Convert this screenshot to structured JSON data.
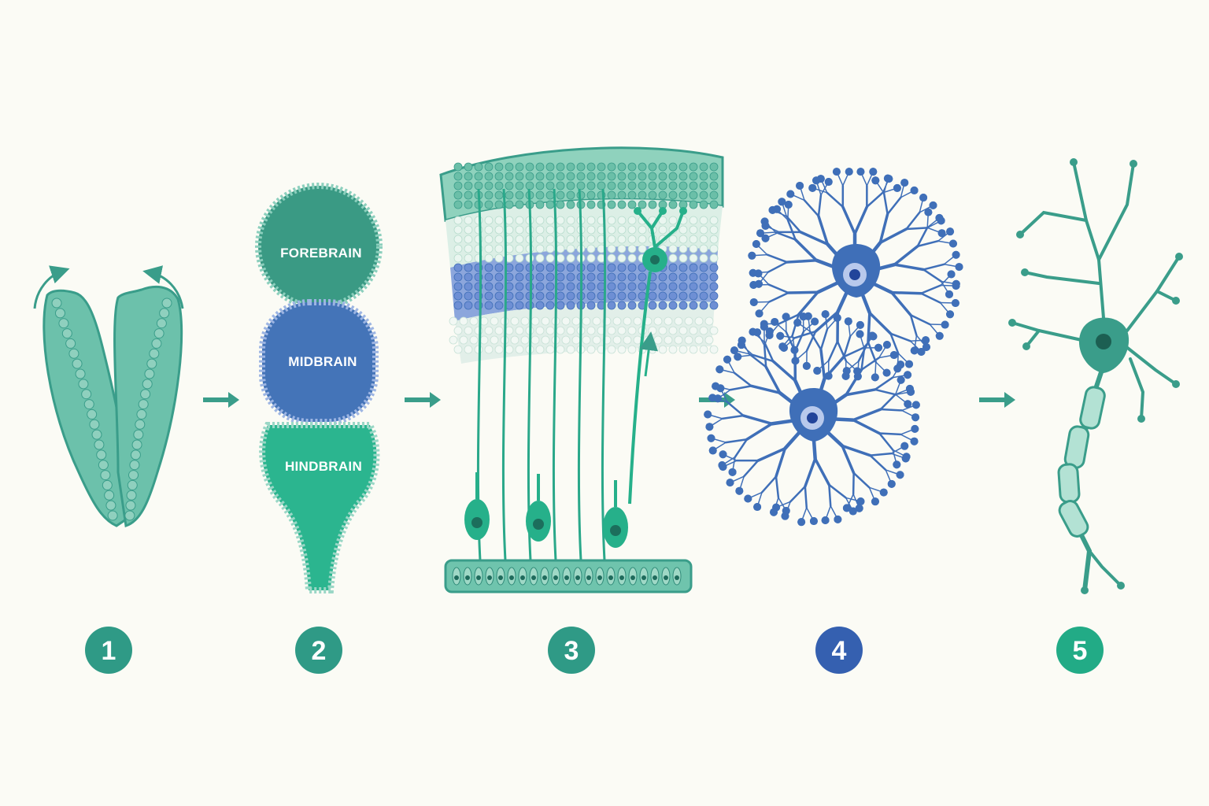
{
  "colors": {
    "background": "#fbfbf5",
    "teal": "#3a9d8a",
    "teal_dark": "#2f8a78",
    "teal_light": "#a9d9cc",
    "green": "#26b08a",
    "blue": "#3f6fb8",
    "blue_light": "#8fa8dc"
  },
  "brain_regions": {
    "forebrain": "FOREBRAIN",
    "midbrain": "MIDBRAIN",
    "hindbrain": "HINDBRAIN"
  },
  "steps": [
    {
      "number": "1",
      "color": "#2f9a86",
      "icon": "neural-plate-folding"
    },
    {
      "number": "2",
      "color": "#2f9a86",
      "icon": "brain-vesicles"
    },
    {
      "number": "3",
      "color": "#2f9a86",
      "icon": "neuronal-migration"
    },
    {
      "number": "4",
      "color": "#3560b0",
      "icon": "synaptogenesis"
    },
    {
      "number": "5",
      "color": "#22ab86",
      "icon": "myelinated-neuron"
    }
  ]
}
